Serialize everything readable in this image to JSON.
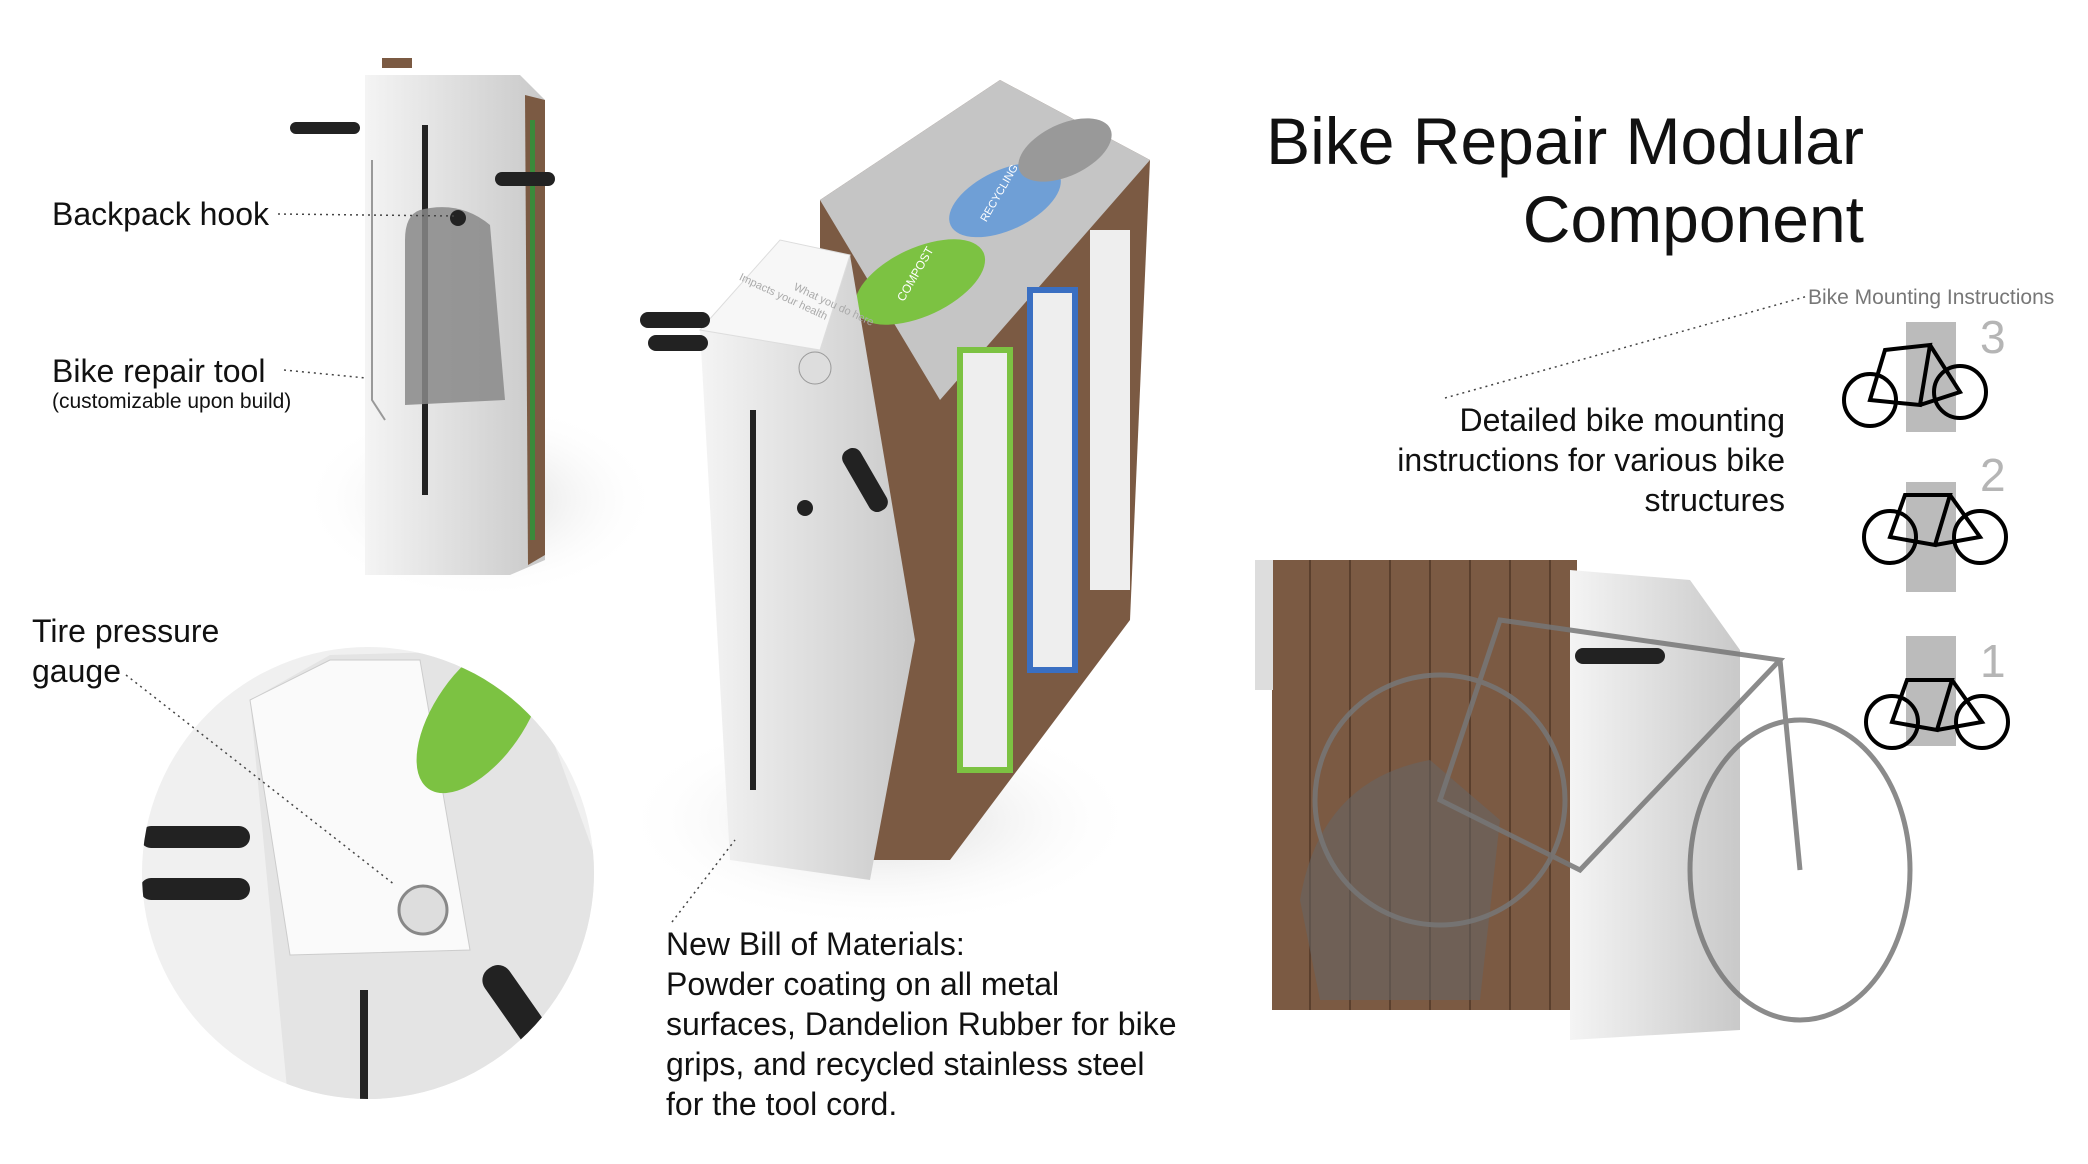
{
  "title": {
    "line1": "Bike Repair Modular",
    "line2": "Component"
  },
  "callouts": {
    "backpack_hook": "Backpack hook",
    "bike_repair_tool": "Bike repair tool",
    "bike_repair_tool_note": "(customizable upon build)",
    "tire_gauge_line1": "Tire pressure",
    "tire_gauge_line2": "gauge",
    "mounting_instructions": "Bike Mounting Instructions",
    "detailed_line1": "Detailed bike mounting",
    "detailed_line2": "instructions for various bike",
    "detailed_line3": "structures"
  },
  "bill_of_materials": {
    "heading": "New Bill of Materials:",
    "body": "Powder coating on all metal\nsurfaces, Dandelion Rubber for bike\ngrips, and recycled stainless steel\nfor the tool cord."
  },
  "mounting_steps": [
    {
      "number": "3"
    },
    {
      "number": "2"
    },
    {
      "number": "1"
    }
  ],
  "signage": {
    "arrow_text_1": "What you do here",
    "arrow_text_2": "Impacts your health",
    "compost": "COMPOST",
    "recycling": "RECYCLING"
  },
  "colors": {
    "wood": "#7b5a43",
    "compost": "#7cc242",
    "recycling": "#6f9fd6",
    "steel": "#e6e6e6"
  }
}
